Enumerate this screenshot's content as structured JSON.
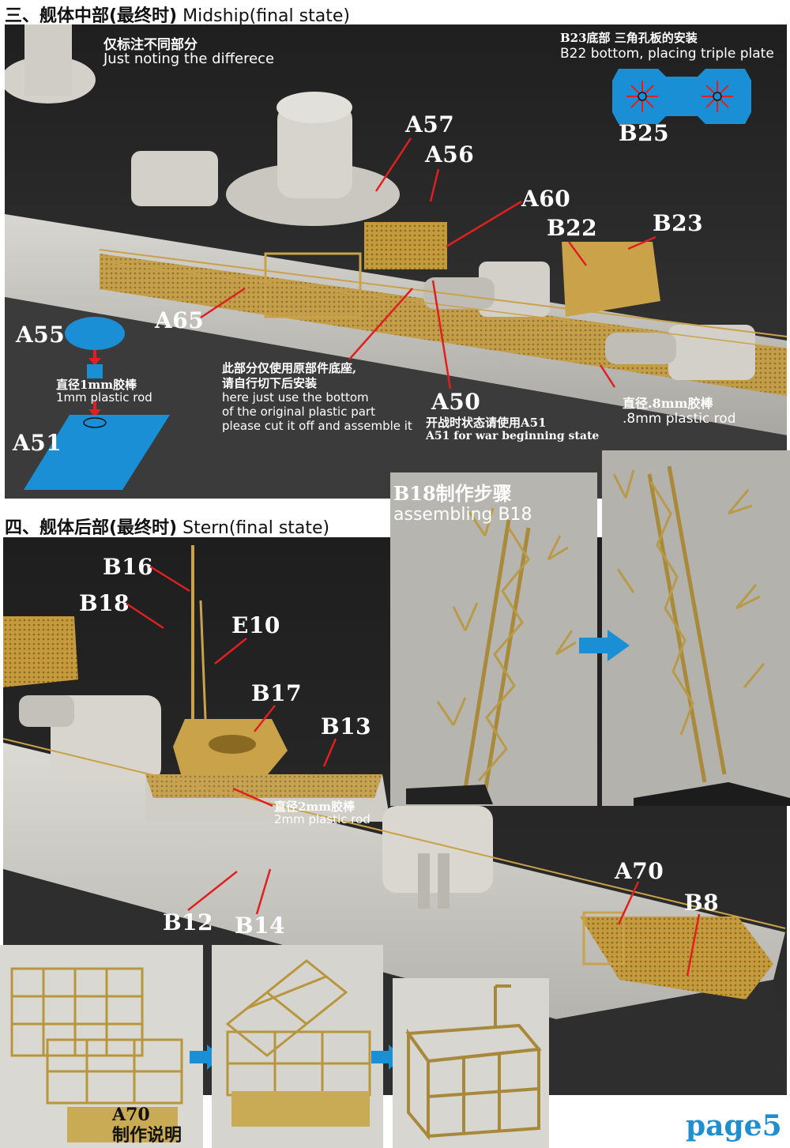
{
  "midship": {
    "title_cn": "三、舰体中部(最终时)",
    "title_en": "Midship(final state)",
    "note_cn": "仅标注不同部分",
    "note_en": "Just noting the differece",
    "b23_note_cn": "B23底部 三角孔板的安装",
    "b23_note_en": "B22 bottom, placing triple plate",
    "labels": {
      "a57": "A57",
      "a56": "A56",
      "a60": "A60",
      "b22": "B22",
      "b23": "B23",
      "b25": "B25",
      "a65": "A65",
      "a55": "A55",
      "a51": "A51",
      "a50": "A50"
    },
    "rod1_cn": "直径1mm胶棒",
    "rod1_en": "1mm plastic rod",
    "base_note_cn_1": "此部分仅使用原部件底座,",
    "base_note_cn_2": "请自行切下后安装",
    "base_note_en_1": "here just use the bottom",
    "base_note_en_2": "of the original plastic part",
    "base_note_en_3": "please cut it off and assemble it",
    "a51_note_cn": "开战时状态请使用A51",
    "a51_note_en": "A51 for war beginning state",
    "rod08_cn": "直径.8mm胶棒",
    "rod08_en": ".8mm plastic rod"
  },
  "stern": {
    "title_cn": "四、舰体后部(最终时)",
    "title_en": "Stern(final state)",
    "b18_steps_cn": "B18制作步骤",
    "b18_steps_en": "assembling B18",
    "labels": {
      "b16": "B16",
      "b18": "B18",
      "e10": "E10",
      "b17": "B17",
      "b13": "B13",
      "b12": "B12",
      "b14": "B14",
      "a70": "A70",
      "b8": "B8"
    },
    "rod2_cn": "直径2mm胶棒",
    "rod2_en": "2mm plastic rod",
    "a70_note_code": "A70",
    "a70_note_cn": "制作说明"
  },
  "page_number": "page5",
  "colors": {
    "leader": "#e02020",
    "diagram_blue": "#1b8fd6",
    "photo_dark": "#2b2b2b",
    "hull_grey": "#cfcdc6",
    "brass": "#c9a24a",
    "page_number": "#1f8fd0"
  }
}
